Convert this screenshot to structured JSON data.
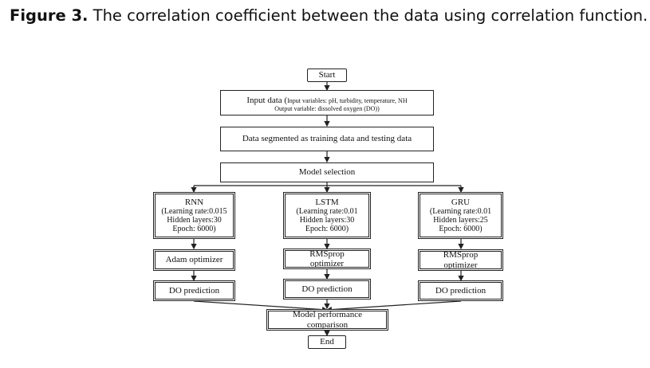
{
  "caption": {
    "label": "Figure 3.",
    "text": " The correlation coefficient between the data using correlation function."
  },
  "flow": {
    "start": "Start",
    "input_main": "Input data (",
    "input_detail": "Input variables: pH, turbidity, temperature, NH",
    "input_output": "Output variable: dissolved oxygen (DO))",
    "segment": "Data segmented as training data and testing data",
    "model_selection": "Model selection",
    "models": [
      {
        "name": "RNN",
        "line1": "(Learning rate:0.015",
        "line2": "Hidden layers:30",
        "line3": "Epoch: 6000)",
        "optimizer": "Adam optimizer",
        "prediction": "DO prediction"
      },
      {
        "name": "LSTM",
        "line1": "(Learning rate:0.01",
        "line2": "Hidden layers:30",
        "line3": "Epoch: 6000)",
        "optimizer": "RMSprop optimizer",
        "prediction": "DO prediction"
      },
      {
        "name": "GRU",
        "line1": "(Learning rate:0.01",
        "line2": "Hidden layers:25",
        "line3": "Epoch: 6000)",
        "optimizer": "RMSprop optimizer",
        "prediction": "DO prediction"
      }
    ],
    "comparison": "Model performance comparison",
    "end": "End"
  }
}
